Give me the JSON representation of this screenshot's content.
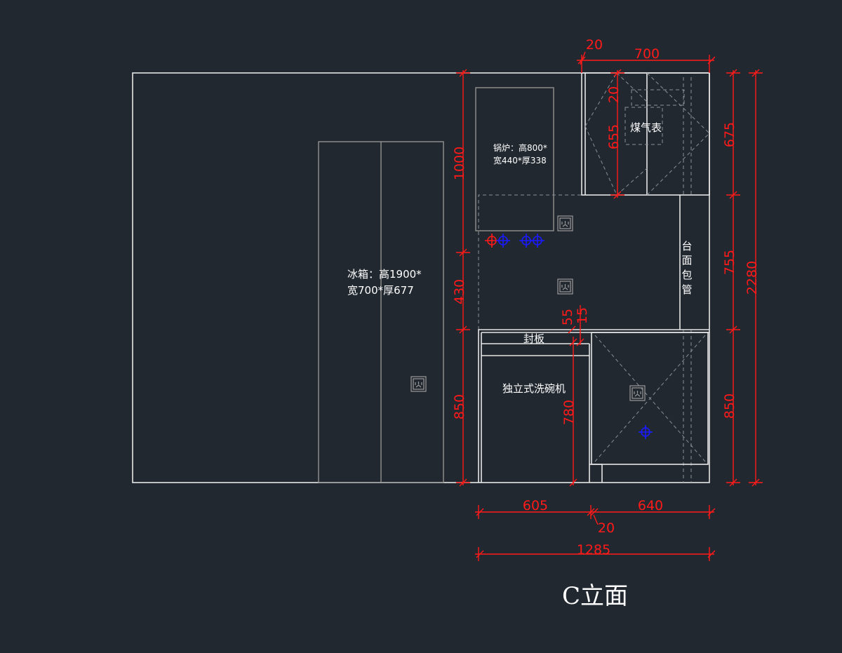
{
  "title": "C立面",
  "labels": {
    "fridge_1": "冰箱：高1900*",
    "fridge_2": "宽700*厚677",
    "boiler_1": "锅炉：高800*",
    "boiler_2": "宽440*厚338",
    "gas_meter": "煤气表",
    "pipe_1": "台",
    "pipe_2": "面",
    "pipe_3": "包",
    "pipe_4": "管",
    "seal_board": "封板",
    "dishwasher": "独立式洗碗机"
  },
  "dims": {
    "top_20": "20",
    "top_700": "700",
    "d1000": "1000",
    "d430": "430",
    "d850_left": "850",
    "d655": "655",
    "d20_v": "20",
    "d675": "675",
    "d755": "755",
    "d2280": "2280",
    "d850_right": "850",
    "d780": "780",
    "d55": "55",
    "d15": "15",
    "b605": "605",
    "b640": "640",
    "b20": "20",
    "b1285": "1285"
  },
  "colors": {
    "background": "#212830",
    "dimension": "#ff1a1a",
    "outline": "#e6e6e6",
    "hidden": "#8a8f96",
    "hot_water": "#ff1a1a",
    "cold_water": "#1a1aff"
  }
}
